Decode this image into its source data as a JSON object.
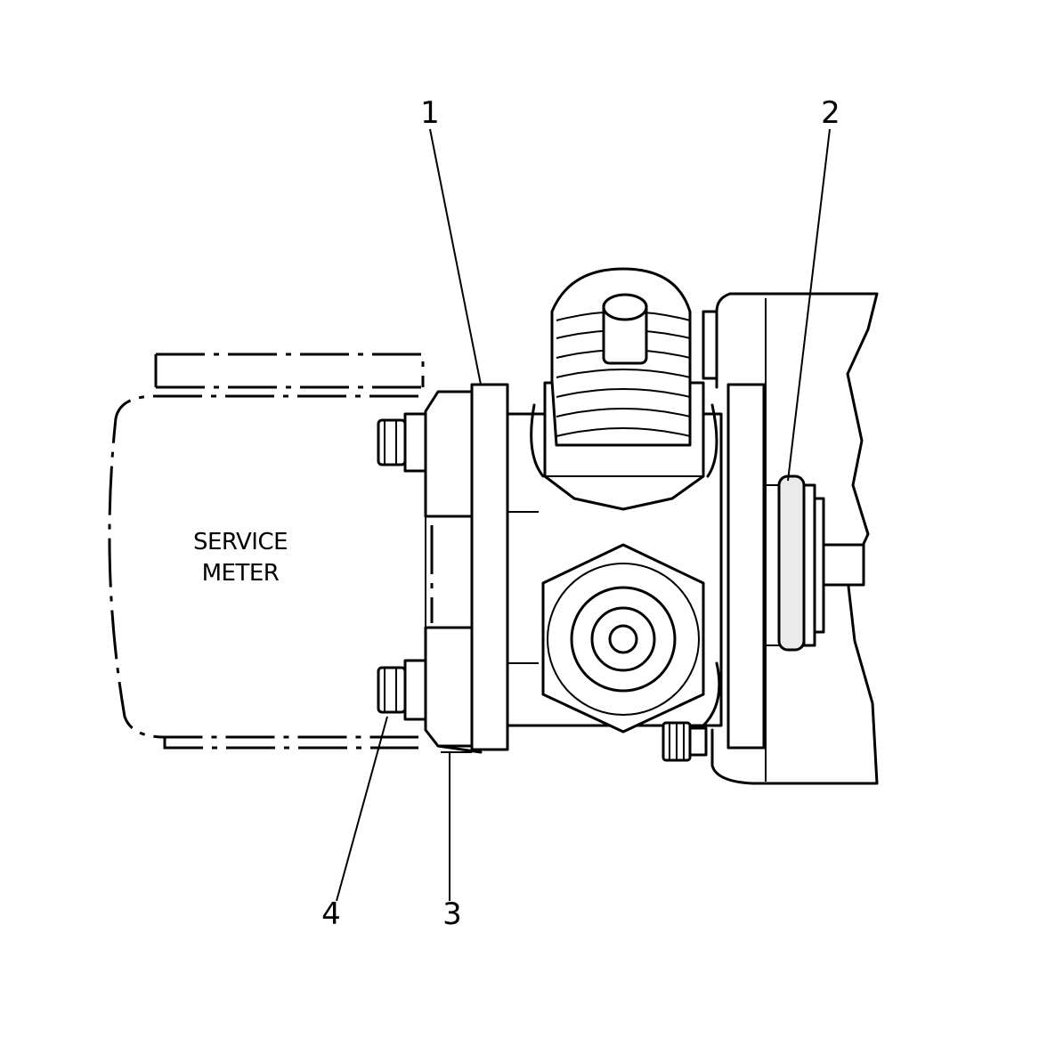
{
  "callouts": [
    {
      "id": "1",
      "text": "1"
    },
    {
      "id": "2",
      "text": "2"
    },
    {
      "id": "3",
      "text": "3"
    },
    {
      "id": "4",
      "text": "4"
    }
  ],
  "meter": {
    "line1": "SERVICE",
    "line2": "METER"
  }
}
